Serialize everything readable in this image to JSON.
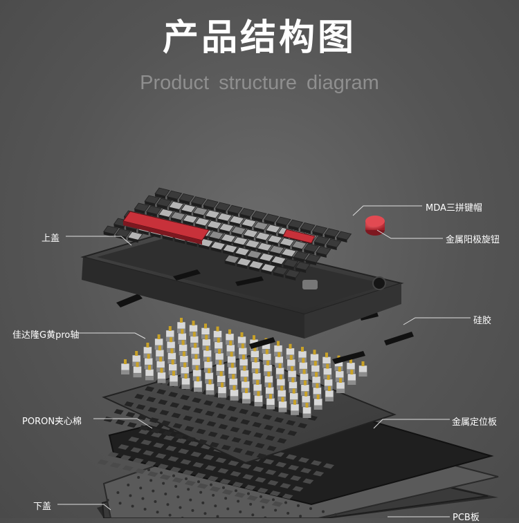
{
  "title": "产品结构图",
  "subtitle": "Product structure   diagram",
  "labels": {
    "keycaps": "MDA三拼键帽",
    "knob": "金属阳极旋钮",
    "top_case": "上盖",
    "silicone": "硅胶",
    "switches": "佳达隆G黄pro轴",
    "poron": "PORON夹心棉",
    "plate": "金属定位板",
    "bottom_case": "下盖",
    "pcb": "PCB板"
  },
  "colors": {
    "background": "#555555",
    "keycap_dark": "#3a3a3a",
    "keycap_light": "#b5b5b5",
    "keycap_red": "#c8313a",
    "case": "#3c3c3c",
    "switch_stem": "#c9a227",
    "leader_line": "#e0e0e0"
  }
}
